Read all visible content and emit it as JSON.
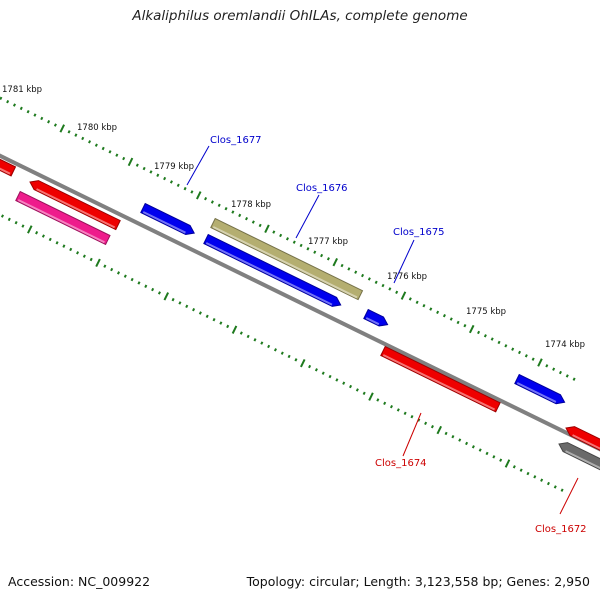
{
  "title": "Alkaliphilus oremlandii OhILAs, complete genome",
  "footer": {
    "accession": "Accession: NC_009922",
    "summary": "Topology: circular; Length: 3,123,558 bp; Genes: 2,950"
  },
  "colors": {
    "backbone": "#808080",
    "tick": "#1e7a1e",
    "forward_label": "#0000cc",
    "reverse_label": "#cc0000",
    "blue": "#0000ee",
    "red": "#ee0000",
    "magenta": "#ee1c8c",
    "olive": "#b4ae70",
    "gray": "#6a6a6a"
  },
  "scale_labels": [
    "1781 kbp",
    "1780 kbp",
    "1779 kbp",
    "1778 kbp",
    "1777 kbp",
    "1776 kbp",
    "1775 kbp",
    "1774 kbp"
  ],
  "genes": [
    {
      "strand": "forward",
      "color": "blue",
      "label": ""
    },
    {
      "strand": "forward",
      "color": "olive",
      "label": "Clos_1676"
    },
    {
      "strand": "forward",
      "color": "blue",
      "label": "Clos_1677"
    },
    {
      "strand": "forward",
      "color": "blue",
      "label": "Clos_1675"
    },
    {
      "strand": "forward",
      "color": "blue",
      "label": ""
    },
    {
      "strand": "reverse",
      "color": "red",
      "label": ""
    },
    {
      "strand": "reverse",
      "color": "red",
      "label": ""
    },
    {
      "strand": "reverse",
      "color": "magenta",
      "label": ""
    },
    {
      "strand": "reverse",
      "color": "red",
      "label": "Clos_1674"
    },
    {
      "strand": "reverse",
      "color": "red",
      "label": ""
    },
    {
      "strand": "reverse",
      "color": "gray",
      "label": "Clos_1672"
    }
  ]
}
